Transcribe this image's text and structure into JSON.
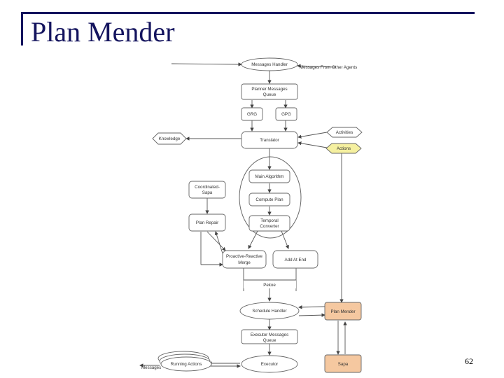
{
  "slide": {
    "title": "Plan Mender",
    "page_number": "62"
  },
  "diagram": {
    "messages_handler": "Messages Handler",
    "messages_from_agents": "Messages From Other Agents",
    "planner_queue_1": "Planner Messages",
    "planner_queue_2": "Queue",
    "grg": "GRG",
    "gpg": "GPG",
    "activities": "Activities",
    "knowledge": "Knowledge",
    "translator": "Translator",
    "actions": "Actions",
    "main_algorithm": "Main Algorithm",
    "coordinated_sapa_1": "Coordinated-",
    "coordinated_sapa_2": "Sapa",
    "compute_plan": "Compute Plan",
    "temporal_converter_1": "Temporal",
    "temporal_converter_2": "Converter",
    "plan_repair": "Plan Repair",
    "proactive_1": "Proactive-Reactive",
    "proactive_2": "Merge",
    "add_at_end": "Add At End",
    "pekoe": "Pekoe",
    "schedule_handler": "Schedule Handler",
    "plan_mender": "Plan Mender",
    "executor_queue_1": "Executor Messages",
    "executor_queue_2": "Queue",
    "messages": "Messages",
    "running_actions": "Running Actions",
    "executor": "Executor",
    "sapa": "Sapa",
    "colors": {
      "title": "#14145e",
      "highlight_yellow": "#f5f0a0",
      "highlight_orange": "#f5c8a0"
    }
  }
}
